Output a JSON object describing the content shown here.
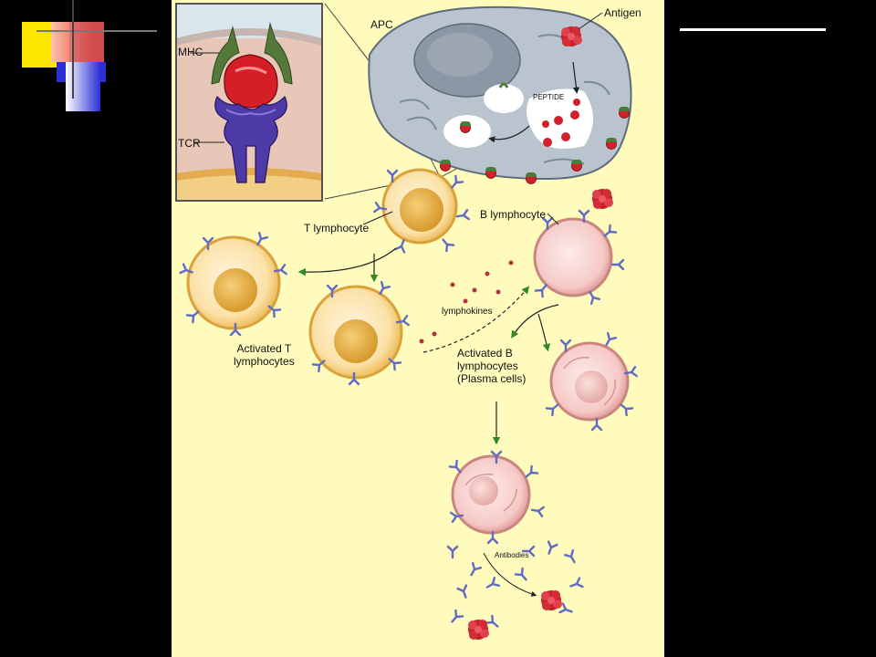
{
  "labels": {
    "mhc": "MHC",
    "tcr": "TCR",
    "apc": "APC",
    "antigen": "Antigen",
    "peptide": "PEPTIDE",
    "t_lymphocyte": "T lymphocyte",
    "b_lymphocyte": "B lymphocyte",
    "lymphokines": "lymphokines",
    "activated_t": "Activated T\nlymphocytes",
    "activated_b": "Activated B\nlymphocytes\n(Plasma cells)",
    "antibodies": "Antibodies"
  },
  "colors": {
    "figure_bg": "#fefbbd",
    "apc_cell": "#b9c4cf",
    "t_cell_rim": "#f2c55e",
    "b_cell_rim": "#e7a9a3",
    "antibody": "#5f6bc6",
    "antigen": "#c81f2a",
    "arrow_green": "#2e8b1e"
  }
}
